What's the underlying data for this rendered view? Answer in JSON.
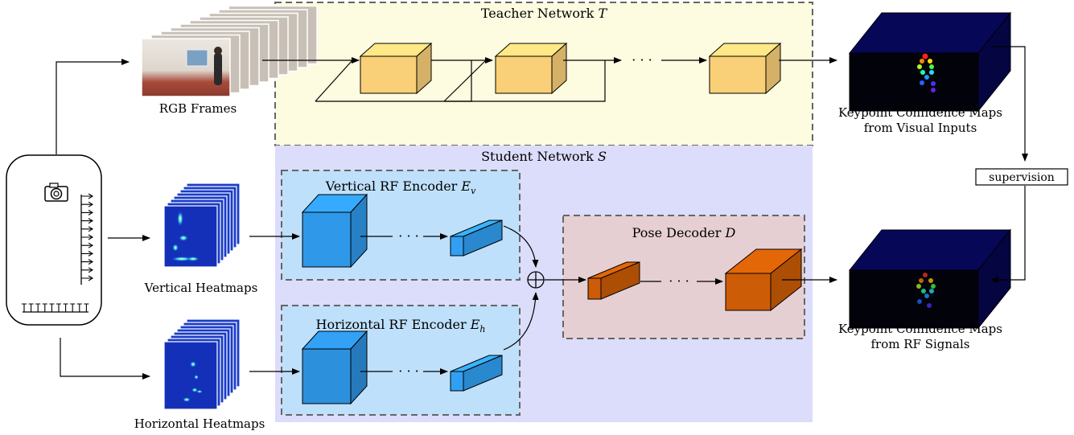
{
  "teacher": {
    "title": "Teacher Network",
    "symbol": "T"
  },
  "student": {
    "title": "Student Network",
    "symbol": "S"
  },
  "inputs": {
    "rgb": "RGB Frames",
    "vertical": "Vertical Heatmaps",
    "horizontal": "Horizontal Heatmaps"
  },
  "encoders": {
    "vertical": {
      "label": "Vertical RF Encoder",
      "symbol": "E",
      "sub": "v"
    },
    "horizontal": {
      "label": "Horizontal RF Encoder",
      "symbol": "E",
      "sub": "h"
    }
  },
  "decoder": {
    "label": "Pose Decoder",
    "symbol": "D"
  },
  "outputs": {
    "visual_line1": "Keypoint Confidence Maps",
    "visual_line2": "from Visual Inputs",
    "rf_line1": "Keypoint Confidence Maps",
    "rf_line2": "from RF Signals"
  },
  "supervision": "supervision",
  "ellipsis": "· · ·",
  "fusion_symbol": "⊕",
  "colors": {
    "teacher_bg": "#fdfbe0",
    "student_bg": "#dcdcfb",
    "encoder_bg": "#bfe0fb",
    "decoder_bg": "#e6cfd3",
    "teacher_block": "#f9d078",
    "encoder_block": "#2f98e8",
    "decoder_block": "#cc5c06",
    "output_cube": "#06064e"
  }
}
